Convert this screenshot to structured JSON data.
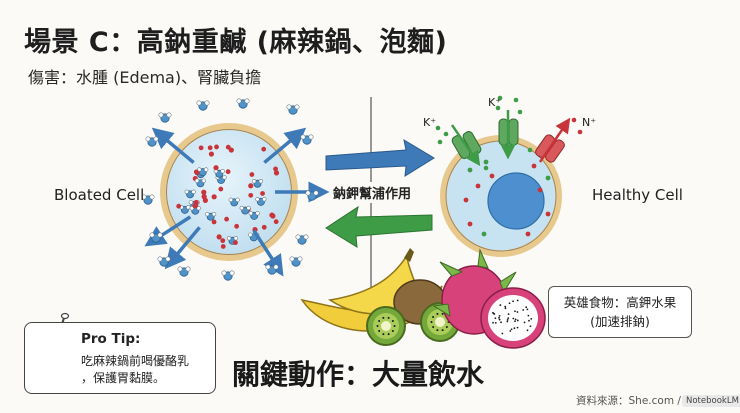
{
  "header": {
    "title": "場景 C：高鈉重鹹 (麻辣鍋、泡麵)",
    "subtitle": "傷害：水腫 (Edema)、腎臟負擔"
  },
  "diagram": {
    "left_label": "Bloated Cell",
    "right_label": "Healthy Cell",
    "pump_label": "鈉鉀幫浦作用",
    "ions": [
      "K⁺",
      "K⁺",
      "N⁺"
    ]
  },
  "callout": {
    "line1": "英雄食物：高鉀水果",
    "line2": "(加速排鈉)"
  },
  "pro_tip": {
    "title": "Pro Tip:",
    "line1": "吃麻辣鍋前喝優酪乳",
    "line2": "，保護胃黏膜。"
  },
  "key_action": "關鍵動作：大量飲水",
  "source": "資料來源：She.com / M. C. R.",
  "badge": "NotebookLM",
  "colors": {
    "cell_fill": "#cfe7f3",
    "membrane": "#e7c98e",
    "arrow_blue": "#3e79b8",
    "arrow_green": "#3f9c46",
    "sodium_red": "#c8343a",
    "water_blue": "#4f93c9"
  }
}
